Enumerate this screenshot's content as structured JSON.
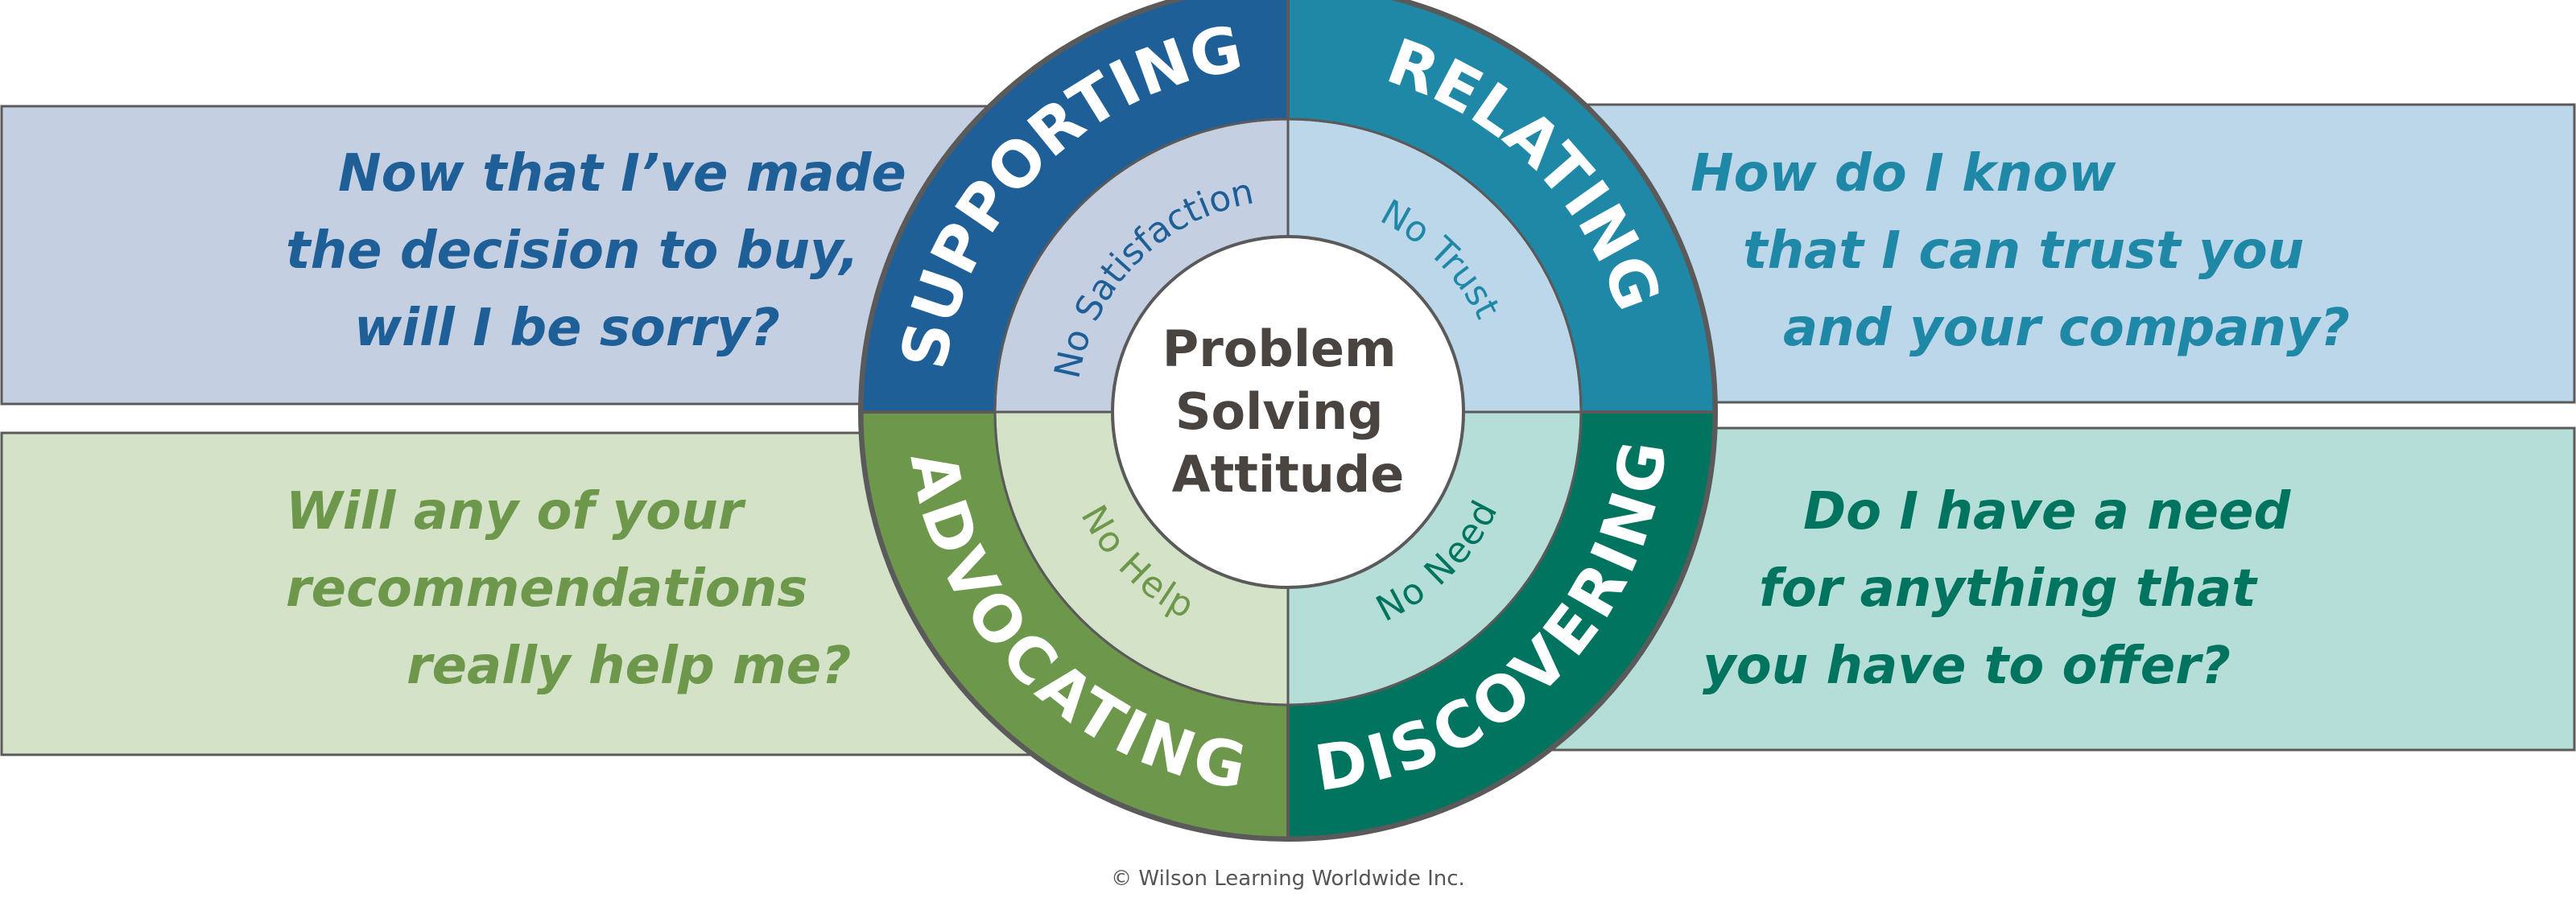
{
  "colors": {
    "supporting": "#1f5f98",
    "relating": "#1f88a6",
    "advocating": "#6d974a",
    "discovering": "#00745f",
    "supporting_light": "#c5cfe2",
    "relating_light": "#bcd6ea",
    "advocating_light": "#d4e2c8",
    "discovering_light": "#b5ded8",
    "outline": "#5a5a5a",
    "center_text": "#4a4440"
  },
  "quadrants": {
    "supporting": {
      "label": "SUPPORTING",
      "inner_label": "No Satisfaction",
      "question": [
        "Now that I’ve made",
        "the decision to buy,",
        "will I be sorry?"
      ]
    },
    "relating": {
      "label": "RELATING",
      "inner_label": "No Trust",
      "question": [
        "How do I know",
        "that I can trust you",
        "and your company?"
      ]
    },
    "advocating": {
      "label": "ADVOCATING",
      "inner_label": "No Help",
      "question": [
        "Will any of your",
        "recommendations",
        "really help me?"
      ]
    },
    "discovering": {
      "label": "DISCOVERING",
      "inner_label": "No Need",
      "question": [
        "Do I have a need",
        "for anything that",
        "you have to offer?"
      ]
    }
  },
  "center": {
    "lines": [
      "Problem",
      "Solving",
      "Attitude"
    ]
  },
  "copyright": "© Wilson Learning Worldwide Inc."
}
